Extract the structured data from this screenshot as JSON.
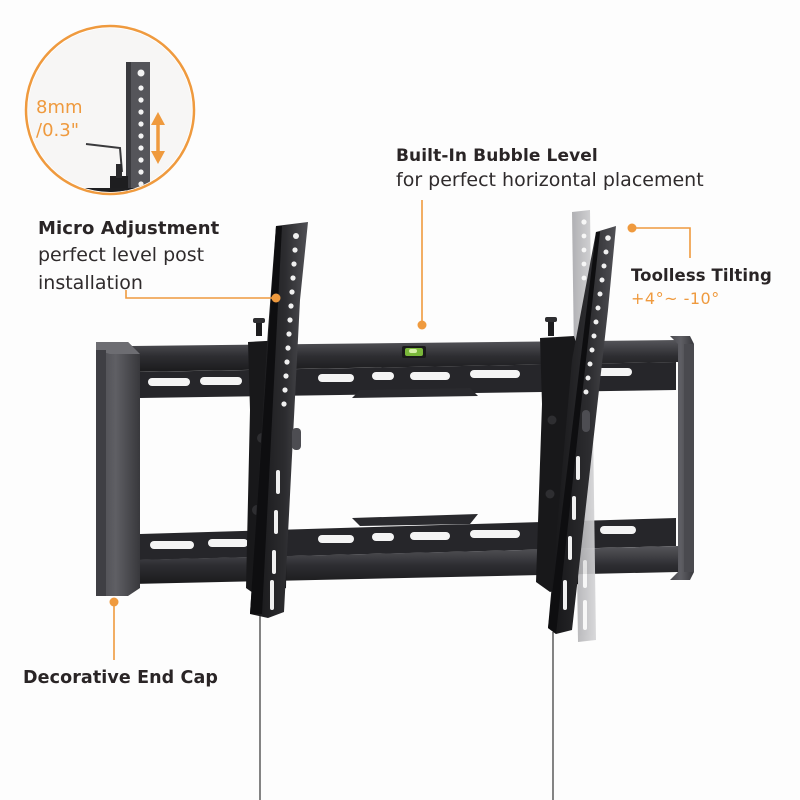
{
  "colors": {
    "accent": "#ef9a3e",
    "text_dark": "#2a2526",
    "metal_dark": "#1e1e20",
    "metal_mid": "#3c3c40",
    "metal_light": "#5a5a60",
    "ghost_bracket": "#c8c8ca",
    "background": "#fdfdfd"
  },
  "inset": {
    "measure_value": "8mm",
    "measure_imperial": "/0.3\"",
    "arrow_icon": "double-vertical-arrow-icon"
  },
  "callouts": {
    "micro_adjustment": {
      "title": "Micro Adjustment",
      "desc_line1": "perfect level post",
      "desc_line2": "installation"
    },
    "bubble_level": {
      "title": "Built-In Bubble Level",
      "desc": "for perfect horizontal placement"
    },
    "toolless_tilting": {
      "title": "Toolless Tilting",
      "spec": "+4°~ -10°"
    },
    "end_cap": {
      "title": "Decorative End Cap"
    }
  }
}
